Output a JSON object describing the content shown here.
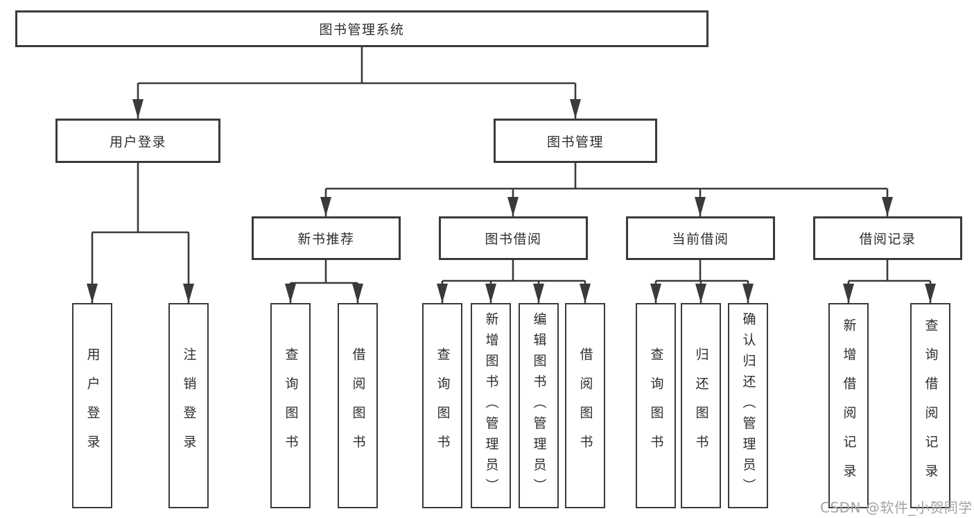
{
  "diagram": {
    "root": {
      "label": "图书管理系统"
    },
    "branches": [
      {
        "label": "用户登录",
        "leaves": [
          "用户登录",
          "注销登录"
        ]
      },
      {
        "label": "图书管理",
        "children": [
          {
            "label": "新书推荐",
            "leaves": [
              "查询图书",
              "借阅图书"
            ]
          },
          {
            "label": "图书借阅",
            "leaves": [
              "查询图书",
              "新增图书（管理员）",
              "编辑图书（管理员）",
              "借阅图书"
            ]
          },
          {
            "label": "当前借阅",
            "leaves": [
              "查询图书",
              "归还图书",
              "确认归还（管理员）"
            ]
          },
          {
            "label": "借阅记录",
            "leaves": [
              "新增借阅记录",
              "查询借阅记录"
            ]
          }
        ]
      }
    ]
  },
  "watermark": {
    "text": "CSDN @软件_小贺同学"
  },
  "colors": {
    "line": "#3a3a3a",
    "text": "#2d2d2d",
    "watermark": "#a3a3a3"
  }
}
